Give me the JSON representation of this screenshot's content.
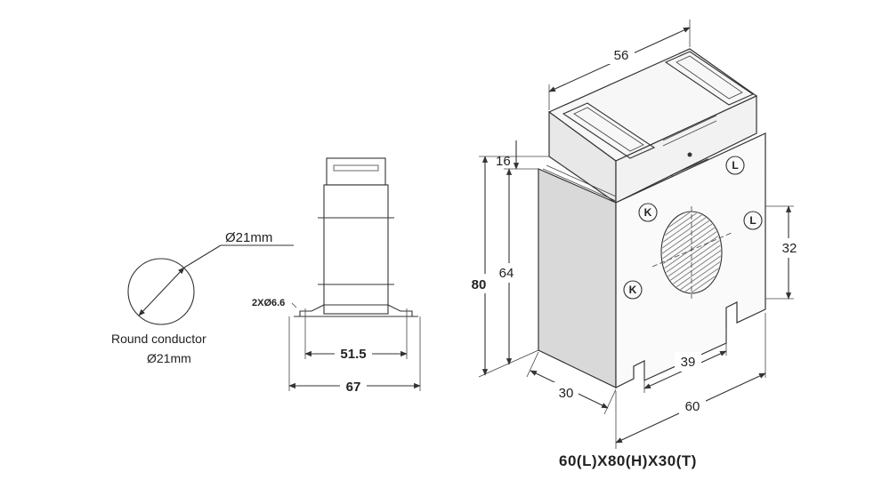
{
  "conductor": {
    "diameter_label": "Ø21mm",
    "caption_line1": "Round conductor",
    "caption_line2": "Ø21mm"
  },
  "side_view": {
    "hole_label": "2XØ6.6",
    "inner_width": "51.5",
    "outer_width": "67"
  },
  "iso_view": {
    "top_width": "56",
    "height_total": "80",
    "height_body": "64",
    "top_offset": "16",
    "window_height": "32",
    "foot_span": "39",
    "thickness": "30",
    "width": "60",
    "terminal_k": "K",
    "terminal_l": "L"
  },
  "footer": {
    "dimensions_summary": "60(L)X80(H)X30(T)"
  }
}
